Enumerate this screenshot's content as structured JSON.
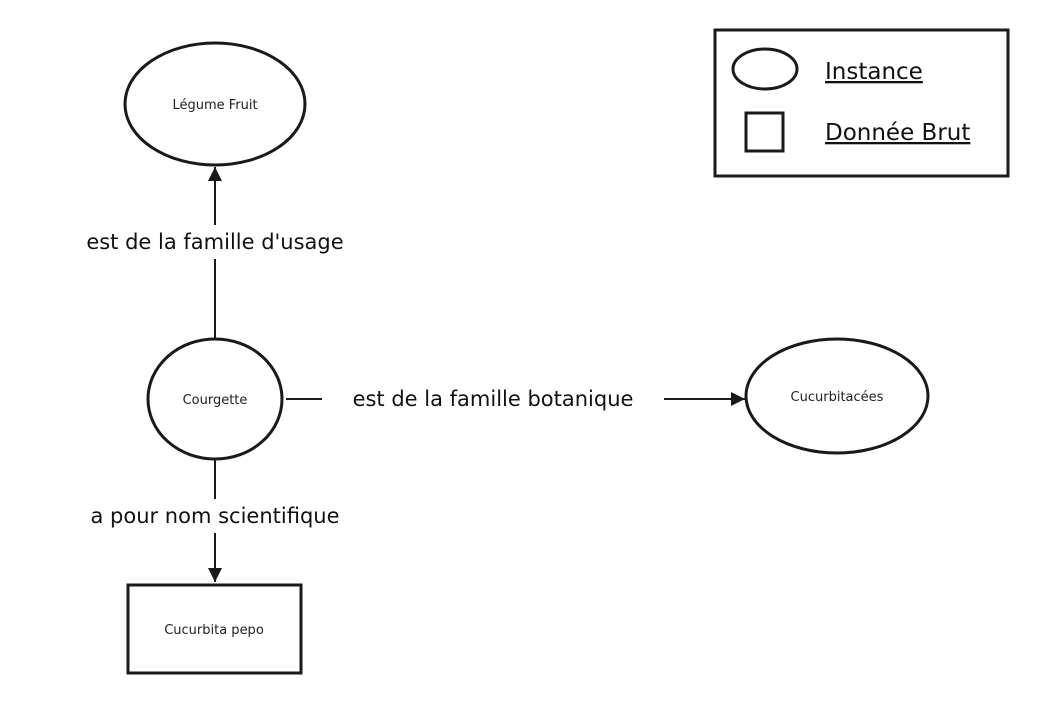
{
  "nodes": {
    "legume_fruit": "Légume Fruit",
    "courgette": "Courgette",
    "cucurbitacees": "Cucurbitacées",
    "cucurbita_pepo": "Cucurbita pepo"
  },
  "edges": {
    "usage_family": "est de la famille d'usage",
    "botanical_family": "est de la famille botanique",
    "scientific_name": "a pour nom scientifique"
  },
  "legend": {
    "instance": "Instance",
    "raw_data": "Donnée Brut"
  },
  "colors": {
    "stroke": "#1a1a1a",
    "background": "#ffffff"
  }
}
